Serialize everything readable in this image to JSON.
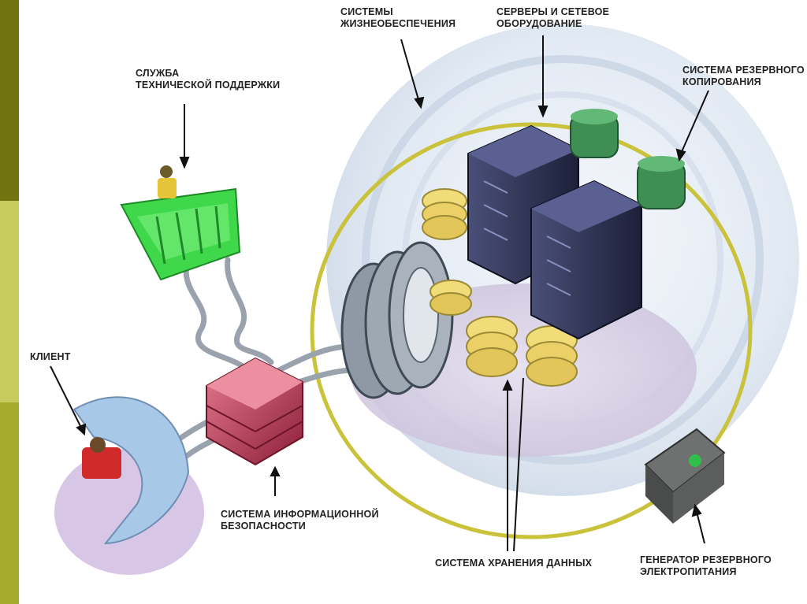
{
  "colors": {
    "sidebar_dark": "#6f7410",
    "sidebar_light": "#c7cc5e",
    "sidebar_mid": "#a6ab2d",
    "ring": "#c9c23a",
    "dome": "#dfe8f2",
    "support": "#3fd84a",
    "security": "#b8334f",
    "servers": "#2a2f4f",
    "backup": "#3f8f55",
    "storage": "#f1dc7a",
    "generator": "#5b5e5c",
    "client": "#a8c8e8"
  },
  "labels": {
    "life_support": [
      "СИСТЕМЫ",
      "ЖИЗНЕОБЕСПЕЧЕНИЯ"
    ],
    "servers": [
      "СЕРВЕРЫ И СЕТЕВОЕ",
      "ОБОРУДОВАНИЕ"
    ],
    "support": [
      "СЛУЖБА",
      "ТЕХНИЧЕСКОЙ ПОДДЕРЖКИ"
    ],
    "backup": [
      "СИСТЕМА РЕЗЕРВНОГО",
      "КОПИРОВАНИЯ"
    ],
    "client": [
      "КЛИЕНТ"
    ],
    "security": [
      "СИСТЕМА ИНФОРМАЦИОННОЙ",
      "БЕЗОПАСНОСТИ"
    ],
    "storage": [
      "СИСТЕМА ХРАНЕНИЯ ДАННЫХ"
    ],
    "generator": [
      "ГЕНЕРАТОР РЕЗЕРВНОГО",
      "ЭЛЕКТРОПИТАНИЯ"
    ]
  }
}
